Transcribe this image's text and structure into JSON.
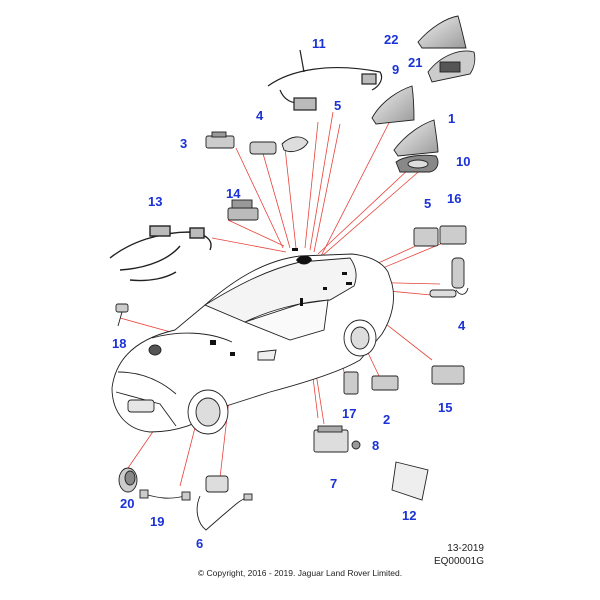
{
  "diagram": {
    "callouts": {
      "c1": "1",
      "c2": "2",
      "c3": "3",
      "c4a": "4",
      "c4b": "4",
      "c5a": "5",
      "c5b": "5",
      "c6": "6",
      "c7": "7",
      "c8": "8",
      "c9": "9",
      "c10": "10",
      "c11": "11",
      "c12": "12",
      "c13": "13",
      "c14": "14",
      "c15": "15",
      "c16": "16",
      "c17": "17",
      "c18": "18",
      "c19": "19",
      "c20": "20",
      "c21": "21",
      "c22": "22"
    },
    "date_code": "13-2019",
    "drawing_code": "EQ00001G",
    "copyright": "© Copyright, 2016 - 2019. Jaguar Land Rover Limited.",
    "colors": {
      "callout_text": "#1a32d6",
      "leader_line": "#e8423a",
      "outline": "#222222"
    }
  }
}
